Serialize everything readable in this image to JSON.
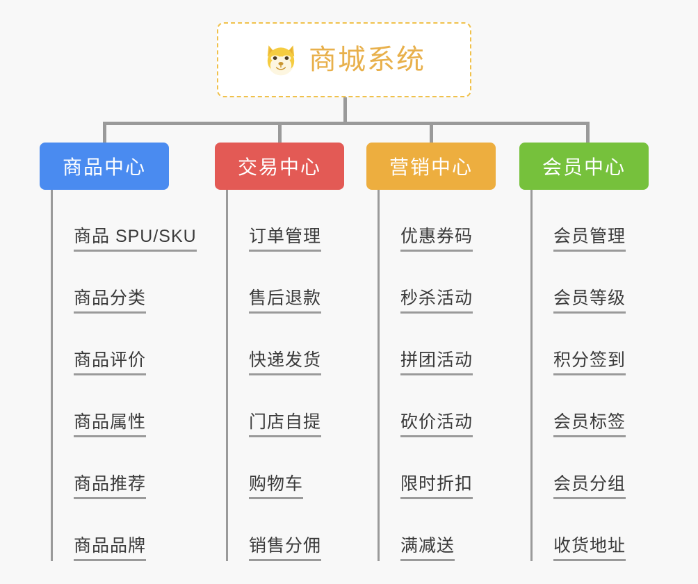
{
  "background_color": "#f8f8f8",
  "root": {
    "title": "商城系统",
    "icon": "shiba-dog-face-icon",
    "text_color": "#e8b04b",
    "border_color": "#f0c14b",
    "background_color": "#ffffff"
  },
  "connector_color": "#9a9a9a",
  "columns": [
    {
      "header": "商品中心",
      "color": "#4a8bf0",
      "items": [
        "商品 SPU/SKU",
        "商品分类",
        "商品评价",
        "商品属性",
        "商品推荐",
        "商品品牌"
      ]
    },
    {
      "header": "交易中心",
      "color": "#e35a55",
      "items": [
        "订单管理",
        "售后退款",
        "快递发货",
        "门店自提",
        "购物车",
        "销售分佣"
      ]
    },
    {
      "header": "营销中心",
      "color": "#edae3f",
      "items": [
        "优惠券码",
        "秒杀活动",
        "拼团活动",
        "砍价活动",
        "限时折扣",
        "满减送"
      ]
    },
    {
      "header": "会员中心",
      "color": "#76c13c",
      "items": [
        "会员管理",
        "会员等级",
        "积分签到",
        "会员标签",
        "会员分组",
        "收货地址"
      ]
    }
  ]
}
